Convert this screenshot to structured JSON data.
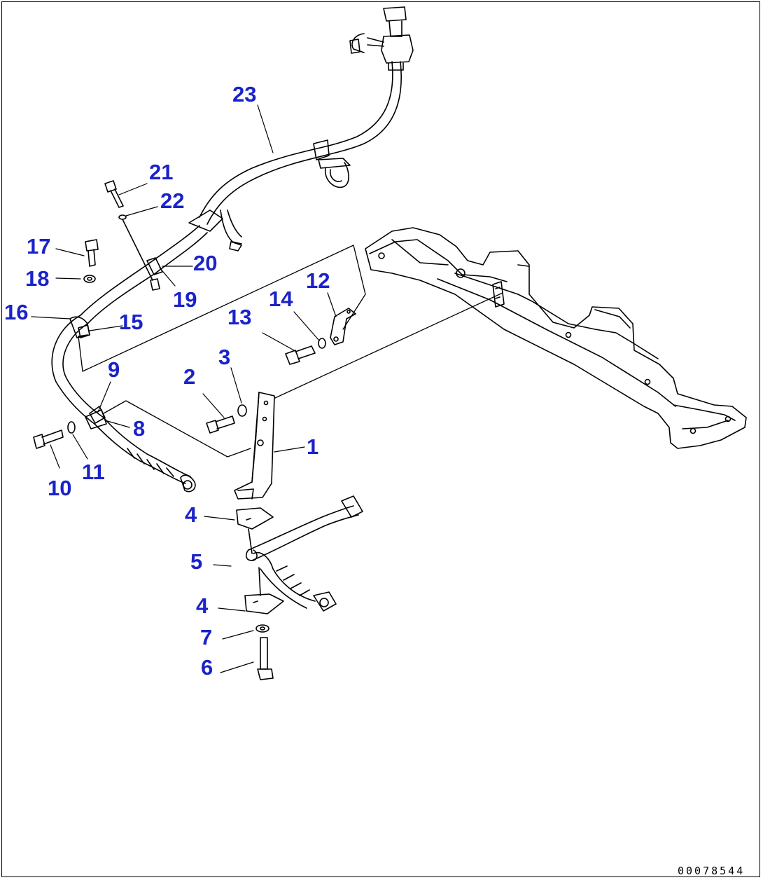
{
  "drawing_number": "00078544",
  "colors": {
    "callout": "#1a22c9",
    "line": "#000000",
    "background": "#ffffff"
  },
  "callouts": {
    "c1": "1",
    "c2": "2",
    "c3": "3",
    "c4a": "4",
    "c4b": "4",
    "c5": "5",
    "c6": "6",
    "c7": "7",
    "c8": "8",
    "c9": "9",
    "c10": "10",
    "c11": "11",
    "c12": "12",
    "c13": "13",
    "c14": "14",
    "c15": "15",
    "c16": "16",
    "c17": "17",
    "c18": "18",
    "c19": "19",
    "c20": "20",
    "c21": "21",
    "c22": "22",
    "c23": "23"
  }
}
